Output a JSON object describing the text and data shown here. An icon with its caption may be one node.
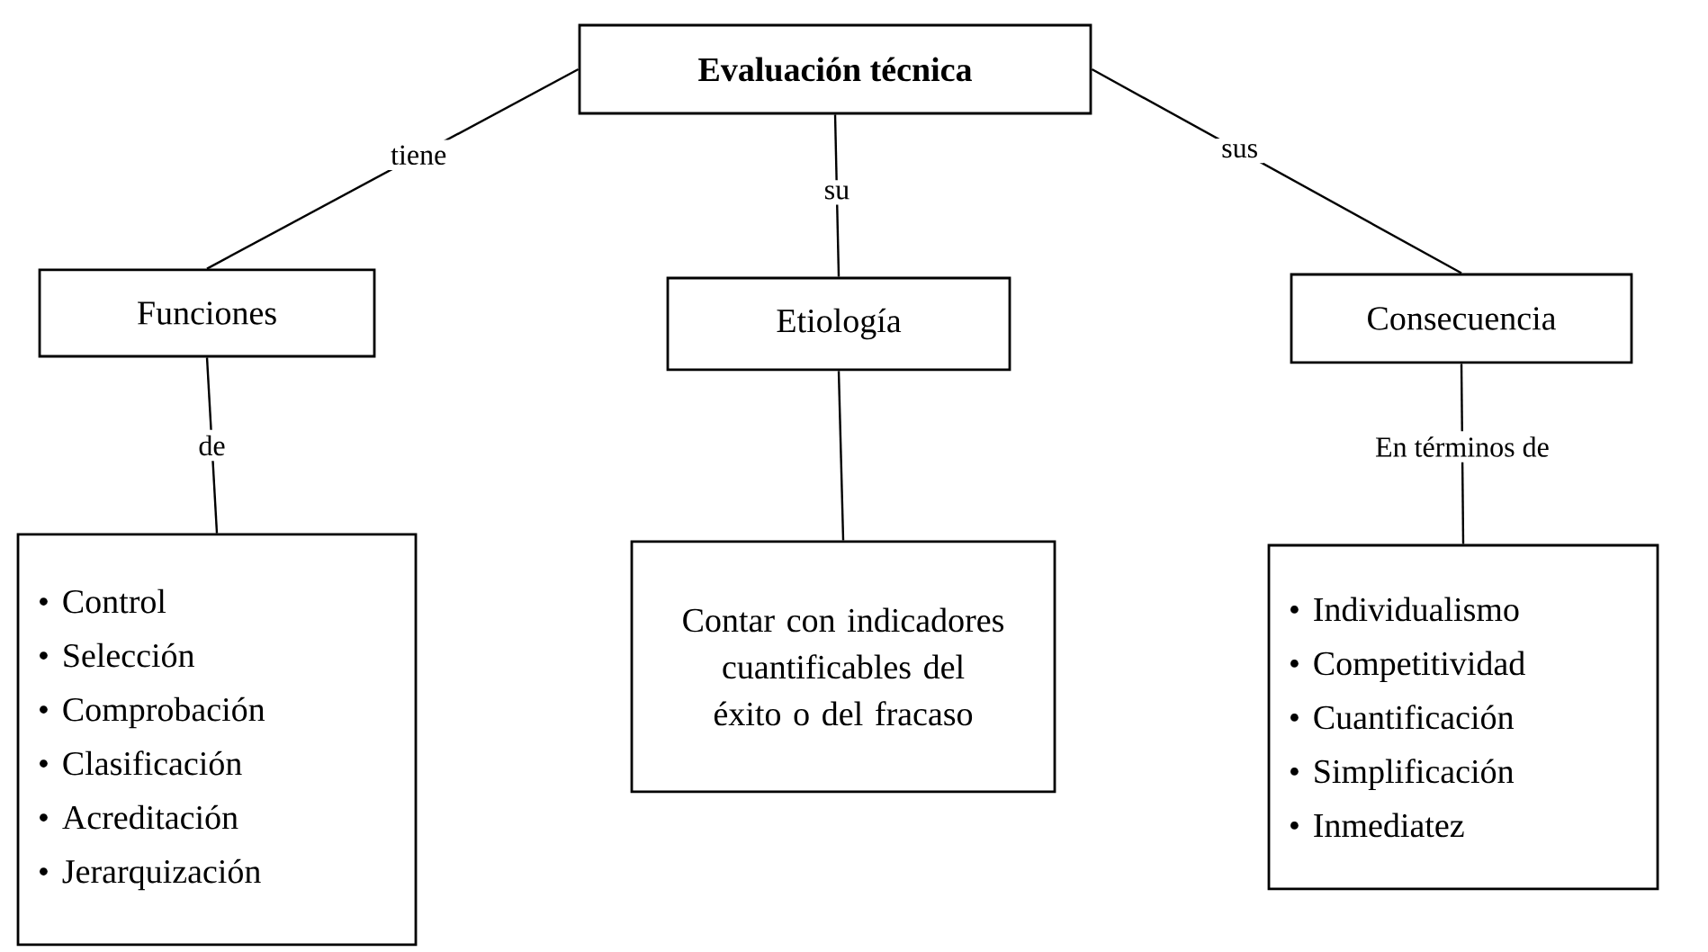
{
  "diagram": {
    "nodes": [
      {
        "text": [
          "Evaluación técnica"
        ]
      },
      {
        "text": [
          "Funciones"
        ]
      },
      {
        "text": [
          "Etiología"
        ]
      },
      {
        "text": [
          "Consecuencia"
        ]
      },
      {
        "text": [
          "Control",
          "Selección",
          "Comprobación",
          "Clasificación",
          "Acreditación",
          "Jerarquización"
        ]
      },
      {
        "text": [
          "Contar con indicadores cuantificables del éxito o del fracaso"
        ]
      },
      {
        "text": [
          "Individualismo",
          "Competitividad",
          "Cuantificación",
          "Simplificación",
          "Inmediatez"
        ]
      }
    ],
    "edges": [
      {
        "from": 0,
        "to": 1,
        "arrow": "none",
        "label": "tiene"
      },
      {
        "from": 0,
        "to": 2,
        "arrow": "none",
        "label": "su"
      },
      {
        "from": 0,
        "to": 3,
        "arrow": "none",
        "label": "sus"
      },
      {
        "from": 1,
        "to": 4,
        "arrow": "none",
        "label": "de"
      },
      {
        "from": 2,
        "to": 5,
        "arrow": "none"
      },
      {
        "from": 3,
        "to": 6,
        "arrow": "none",
        "label": "En términos de"
      }
    ]
  }
}
